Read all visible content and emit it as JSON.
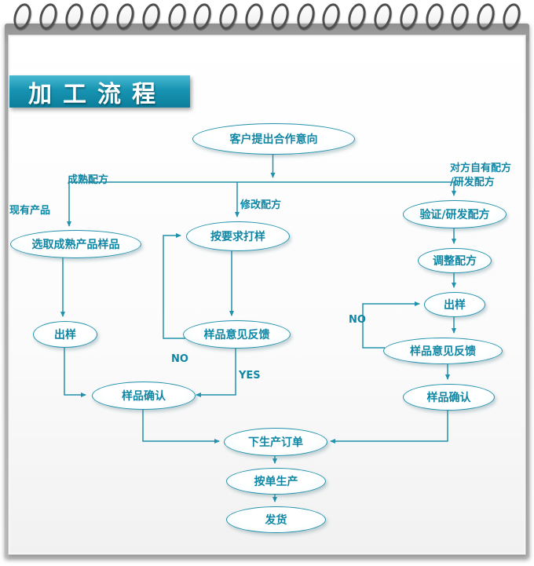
{
  "page": {
    "banner_title": "加工流程",
    "colors": {
      "accent": "#2191ac",
      "node_text": "#0e86a4",
      "banner_top": "#4ab9d2",
      "banner_bottom": "#0b7e9b"
    }
  },
  "flowchart": {
    "nodes": {
      "start": "客户提出合作意向",
      "select_mature_sample": "选取成熟产品样品",
      "sample_on_request": "按要求打样",
      "verify_develop_formula": "验证/研发配方",
      "adjust_formula": "调整配方",
      "sample_out_left": "出样",
      "feedback_mid": "样品意见反馈",
      "sample_out_right": "出样",
      "feedback_right": "样品意见反馈",
      "confirm_left": "样品确认",
      "confirm_right": "样品确认",
      "production_order": "下生产订单",
      "produce_per_order": "按单生产",
      "ship": "发货"
    },
    "edge_labels": {
      "mature_formula": "成熟配方",
      "existing_product": "现有产品",
      "modify_formula": "修改配方",
      "partner_formula_line1": "对方自有配方",
      "partner_formula_line2": "/研发配方",
      "no_mid": "NO",
      "yes_mid": "YES",
      "no_right": "NO"
    }
  }
}
